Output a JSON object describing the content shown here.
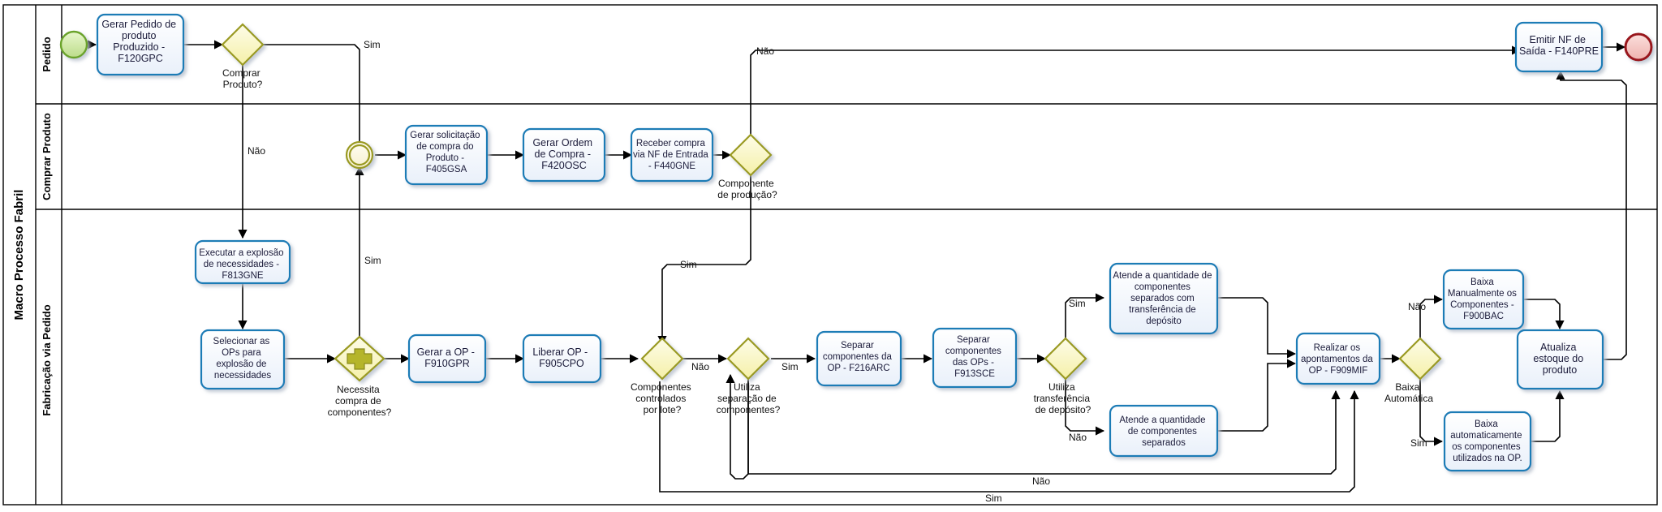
{
  "pool": {
    "label": "Macro Processo Fabril"
  },
  "lanes": [
    {
      "id": "pedido",
      "label": "Pedido"
    },
    {
      "id": "comprar",
      "label": "Comprar Produto"
    },
    {
      "id": "fabricacao",
      "label": "Fabricação via Pedido"
    }
  ],
  "events": [
    {
      "id": "start",
      "type": "start-event",
      "lane": "pedido"
    },
    {
      "id": "intermediate",
      "type": "intermediate-event",
      "lane": "comprar"
    },
    {
      "id": "end",
      "type": "end-event",
      "lane": "pedido"
    }
  ],
  "tasks": [
    {
      "id": "t-gerar-pedido",
      "lane": "pedido",
      "lines": [
        "Gerar Pedido de",
        "produto",
        "Produzido -",
        "F120GPC"
      ]
    },
    {
      "id": "t-emitir-nf",
      "lane": "pedido",
      "lines": [
        "Emitir NF de",
        "Saída - F140PRE"
      ]
    },
    {
      "id": "t-gerar-solicitacao",
      "lane": "comprar",
      "lines": [
        "Gerar solicitação",
        "de compra do",
        "Produto -",
        "F405GSA"
      ]
    },
    {
      "id": "t-gerar-ordem",
      "lane": "comprar",
      "lines": [
        "Gerar Ordem",
        "de Compra -",
        "F420OSC"
      ]
    },
    {
      "id": "t-receber-compra",
      "lane": "comprar",
      "lines": [
        "Receber compra",
        "via NF de Entrada",
        "- F440GNE"
      ]
    },
    {
      "id": "t-executar-explosao",
      "lane": "fabricacao",
      "lines": [
        "Executar a explosão",
        "de necessidades -",
        "F813GNE"
      ]
    },
    {
      "id": "t-selecionar-ops",
      "lane": "fabricacao",
      "lines": [
        "Selecionar as",
        "OPs para",
        "explosão de",
        "necessidades"
      ]
    },
    {
      "id": "t-gerar-op",
      "lane": "fabricacao",
      "lines": [
        "Gerar a OP -",
        "F910GPR"
      ]
    },
    {
      "id": "t-liberar-op",
      "lane": "fabricacao",
      "lines": [
        "Liberar OP -",
        "F905CPO"
      ]
    },
    {
      "id": "t-separar-comp-op",
      "lane": "fabricacao",
      "lines": [
        "Separar",
        "componentes da",
        "OP - F216ARC"
      ]
    },
    {
      "id": "t-separar-comp-ops",
      "lane": "fabricacao",
      "lines": [
        "Separar",
        "componentes",
        "das OPs -",
        "F913SCE"
      ]
    },
    {
      "id": "t-atende-transf",
      "lane": "fabricacao",
      "lines": [
        "Atende a quantidade de",
        "componentes",
        "separados com",
        "transferência de",
        "depósito"
      ]
    },
    {
      "id": "t-atende-sep",
      "lane": "fabricacao",
      "lines": [
        "Atende a quantidade",
        "de componentes",
        "separados"
      ]
    },
    {
      "id": "t-realizar-apont",
      "lane": "fabricacao",
      "lines": [
        "Realizar os",
        "apontamentos da",
        "OP - F909MIF"
      ]
    },
    {
      "id": "t-baixa-manual",
      "lane": "fabricacao",
      "lines": [
        "Baixa",
        "Manualmente os",
        "Componentes -",
        "F900BAC"
      ]
    },
    {
      "id": "t-baixa-auto",
      "lane": "fabricacao",
      "lines": [
        "Baixa",
        "automaticamente",
        "os componentes",
        "utilizados na OP."
      ]
    },
    {
      "id": "t-atualiza-estoque",
      "lane": "fabricacao",
      "lines": [
        "Atualiza",
        "estoque do",
        "produto"
      ]
    }
  ],
  "gateways": [
    {
      "id": "g-comprar-produto",
      "lane": "pedido",
      "kind": "exclusive",
      "lines": [
        "Comprar",
        "Produto?"
      ]
    },
    {
      "id": "g-componente-producao",
      "lane": "comprar",
      "kind": "exclusive",
      "lines": [
        "Componente",
        "de produção?"
      ]
    },
    {
      "id": "g-necessita-compra",
      "lane": "fabricacao",
      "kind": "parallel",
      "lines": [
        "Necessita",
        "compra de",
        "componentes?"
      ]
    },
    {
      "id": "g-comp-lote",
      "lane": "fabricacao",
      "kind": "exclusive",
      "lines": [
        "Componentes",
        "controlados",
        "por lote?"
      ]
    },
    {
      "id": "g-separacao",
      "lane": "fabricacao",
      "kind": "exclusive",
      "lines": [
        "Utiliza",
        "separação de",
        "componentes?"
      ]
    },
    {
      "id": "g-transferencia",
      "lane": "fabricacao",
      "kind": "exclusive",
      "lines": [
        "Utiliza",
        "transferência",
        "de depósito?"
      ]
    },
    {
      "id": "g-baixa",
      "lane": "fabricacao",
      "kind": "exclusive",
      "lines": [
        "Baixa",
        "Automática"
      ]
    }
  ],
  "flow_labels": {
    "sim_comprar": "Sim",
    "nao_comprar": "Não",
    "sim_intermediate": "Sim",
    "nao_componente": "Não",
    "sim_componente": "Sim",
    "nao_lote": "Não",
    "sim_separacao": "Sim",
    "sim_transferencia": "Sim",
    "nao_transferencia": "Não",
    "nao_baixa": "Não",
    "sim_baixa": "Sim",
    "nao_bottom": "Não",
    "sim_bottom": "Sim"
  },
  "colors": {
    "task_border": "#1f7bb6",
    "task_fill_top": "#ffffff",
    "task_fill_bottom": "#eef3fb",
    "gateway_border": "#9a9a22",
    "gateway_fill": "#fbf8c8",
    "start_border": "#6aa32c",
    "start_fill": "#d6eda4",
    "end_border": "#99131b",
    "end_fill": "#f3c6c3",
    "line": "#000000",
    "pool_border": "#000000"
  }
}
